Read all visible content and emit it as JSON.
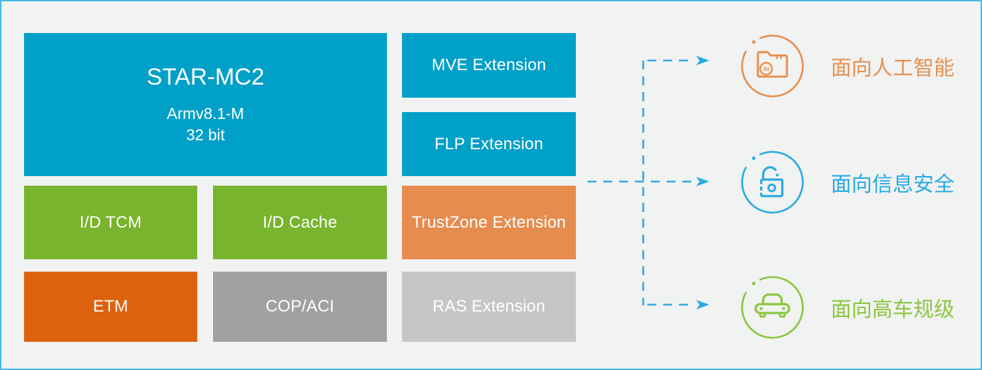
{
  "blocks": {
    "core": {
      "title": "STAR-MC2",
      "line2": "Armv8.1-M",
      "line3": "32 bit",
      "color": "#00a0c8"
    },
    "mve": {
      "label": "MVE Extension",
      "color": "#00a0c8"
    },
    "flp": {
      "label": "FLP Extension",
      "color": "#00a0c8"
    },
    "tcm": {
      "label": "I/D TCM",
      "color": "#78b42d"
    },
    "cache": {
      "label": "I/D Cache",
      "color": "#78b42d"
    },
    "trustzone": {
      "label": "TrustZone Extension",
      "color": "#e68c4f"
    },
    "etm": {
      "label": "ETM",
      "color": "#de620e"
    },
    "cop": {
      "label": "COP/ACI",
      "color": "#a1a1a1"
    },
    "ras": {
      "label": "RAS Extension",
      "color": "#c6c6c6"
    }
  },
  "targets": {
    "ai": {
      "label": "面向人工智能",
      "icon": "ai-folder-icon",
      "color": "#e8914f",
      "badge": "AI"
    },
    "security": {
      "label": "面向信息安全",
      "icon": "unlock-icon",
      "color": "#29abe2"
    },
    "automotive": {
      "label": "面向高车规级",
      "icon": "car-icon",
      "color": "#8cc63f"
    }
  },
  "connections": [
    {
      "from": "core-block",
      "to": "面向人工智能",
      "style": "dashed-arrow"
    },
    {
      "from": "core-block",
      "to": "面向信息安全",
      "style": "dashed-arrow"
    },
    {
      "from": "core-block",
      "to": "面向高车规级",
      "style": "dashed-arrow"
    }
  ],
  "colors": {
    "background": "#f1f2f2",
    "frame_border": "#45b9e5",
    "arrow": "#29abe2",
    "block_text": "#ffffff"
  }
}
